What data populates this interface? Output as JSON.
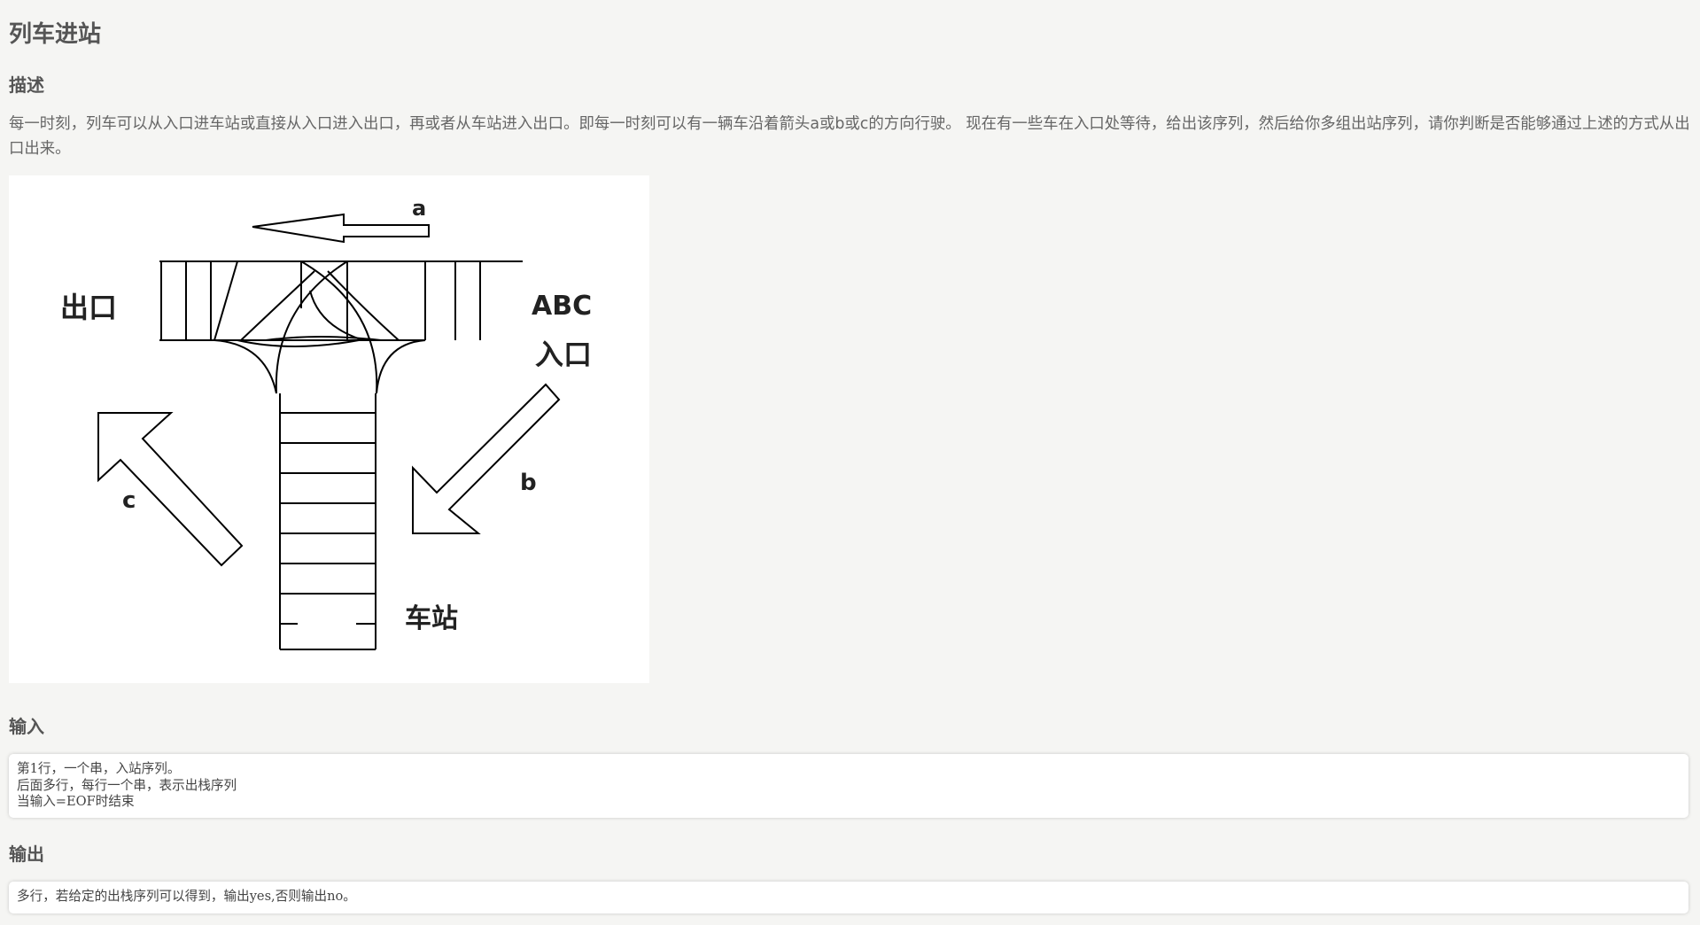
{
  "title": "列车进站",
  "sections": {
    "description": {
      "heading": "描述",
      "text": "每一时刻，列车可以从入口进车站或直接从入口进入出口，再或者从车站进入出口。即每一时刻可以有一辆车沿着箭头a或b或c的方向行驶。 现在有一些车在入口处等待，给出该序列，然后给你多组出站序列，请你判断是否能够通过上述的方式从出口出来。"
    },
    "input": {
      "heading": "输入",
      "lines": [
        "第1行，一个串，入站序列。",
        "后面多行，每行一个串，表示出栈序列",
        "当输入=EOF时结束"
      ]
    },
    "output": {
      "heading": "输出",
      "lines": [
        "多行，若给定的出栈序列可以得到，输出yes,否则输出no。"
      ]
    }
  },
  "figure": {
    "labels": {
      "arrow_a": "a",
      "exit": "出口",
      "entrance_letters": "ABC",
      "entrance": "入口",
      "arrow_b": "b",
      "arrow_c": "c",
      "station": "车站"
    }
  }
}
